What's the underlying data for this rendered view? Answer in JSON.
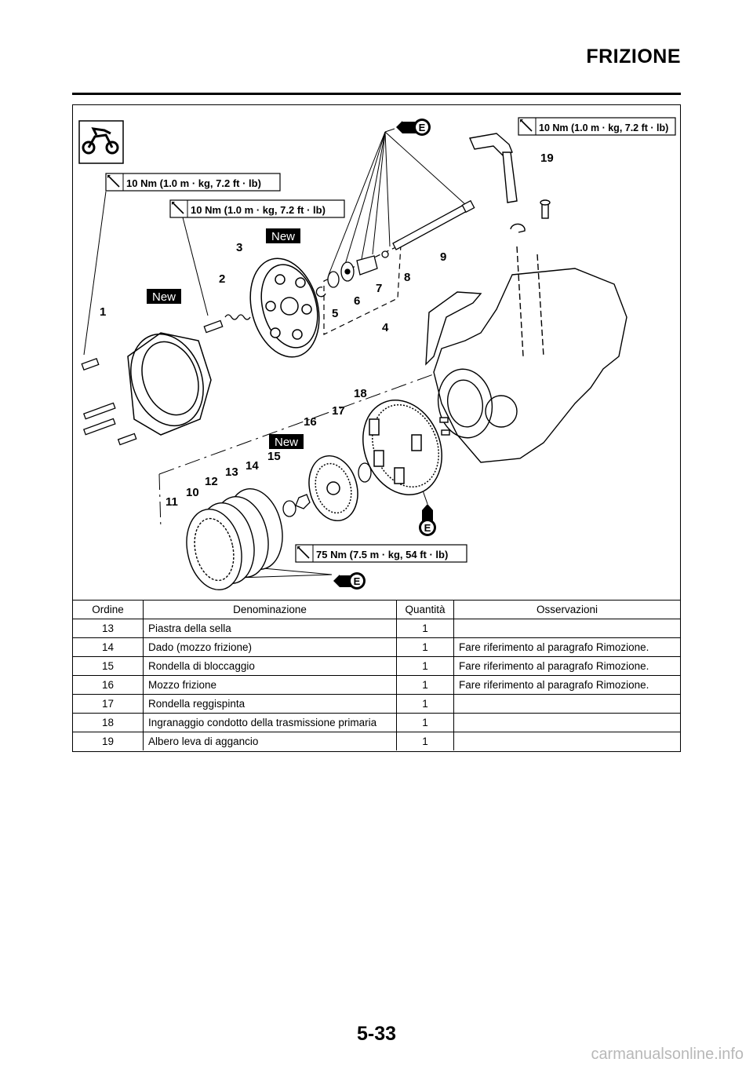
{
  "header": {
    "title": "FRIZIONE"
  },
  "diagram": {
    "torque_labels": {
      "t1": "10 Nm (1.0 m · kg, 7.2 ft · lb)",
      "t2": "10 Nm (1.0 m · kg, 7.2 ft · lb)",
      "t3": "10 Nm (1.0 m · kg, 7.2 ft · lb)",
      "t4": "75 Nm (7.5 m · kg, 54 ft · lb)"
    },
    "new_badge": "New",
    "lubricant_symbol": "E",
    "part_numbers": [
      "1",
      "2",
      "3",
      "4",
      "5",
      "6",
      "7",
      "8",
      "9",
      "10",
      "11",
      "12",
      "13",
      "14",
      "15",
      "16",
      "17",
      "18",
      "19"
    ]
  },
  "table": {
    "headers": [
      "Ordine",
      "Denominazione",
      "Quantità",
      "Osservazioni"
    ],
    "rows": [
      {
        "order": "13",
        "name": "Piastra della sella",
        "qty": "1",
        "note": ""
      },
      {
        "order": "14",
        "name": "Dado (mozzo frizione)",
        "qty": "1",
        "note": "Fare riferimento al paragrafo Rimozione."
      },
      {
        "order": "15",
        "name": "Rondella di bloccaggio",
        "qty": "1",
        "note": "Fare riferimento al paragrafo Rimozione."
      },
      {
        "order": "16",
        "name": "Mozzo frizione",
        "qty": "1",
        "note": "Fare riferimento al paragrafo Rimozione."
      },
      {
        "order": "17",
        "name": "Rondella reggispinta",
        "qty": "1",
        "note": ""
      },
      {
        "order": "18",
        "name": "Ingranaggio condotto della trasmissione primaria",
        "qty": "1",
        "note": ""
      },
      {
        "order": "19",
        "name": "Albero leva di aggancio",
        "qty": "1",
        "note": ""
      }
    ]
  },
  "footer": {
    "page_number": "5-33",
    "watermark": "carmanualsonline.info"
  }
}
